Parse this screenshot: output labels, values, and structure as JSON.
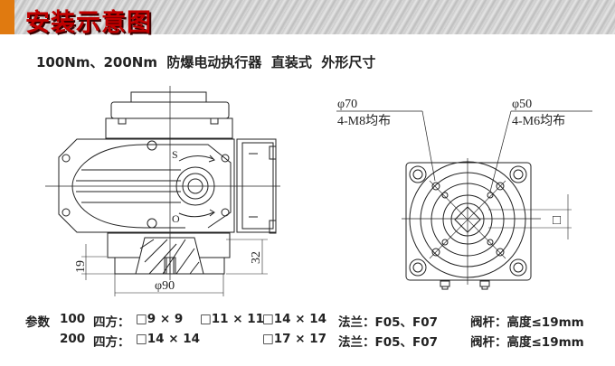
{
  "header": {
    "title": "安装示意图",
    "accent_color": "#e07a10",
    "title_color": "#c00000"
  },
  "subtitle": "100Nm、200Nm  防爆电动执行器  直装式  外形尺寸",
  "front_view": {
    "labels": {
      "open_mark": "S",
      "close_mark": "O",
      "height_dim": "32",
      "depth_dim": "19",
      "diameter_dim": "φ90"
    }
  },
  "bottom_view": {
    "hole_circle_1": {
      "diameter": "φ70",
      "bolts": "4-M8均布"
    },
    "hole_circle_2": {
      "diameter": "φ50",
      "bolts": "4-M6均布"
    },
    "square_symbol": "□"
  },
  "params": {
    "label": "参数",
    "rows": [
      {
        "model": "100",
        "square_label": "四方：",
        "squares": [
          "□9 × 9",
          "□11 × 11",
          "□14 × 14"
        ],
        "flange": "法兰：F05、F07",
        "stem": "阀杆：高度≤19mm"
      },
      {
        "model": "200",
        "square_label": "四方：",
        "squares": [
          "□14 × 14",
          "",
          "□17 × 17"
        ],
        "flange": "法兰：F05、F07",
        "stem": "阀杆：高度≤19mm"
      }
    ]
  }
}
